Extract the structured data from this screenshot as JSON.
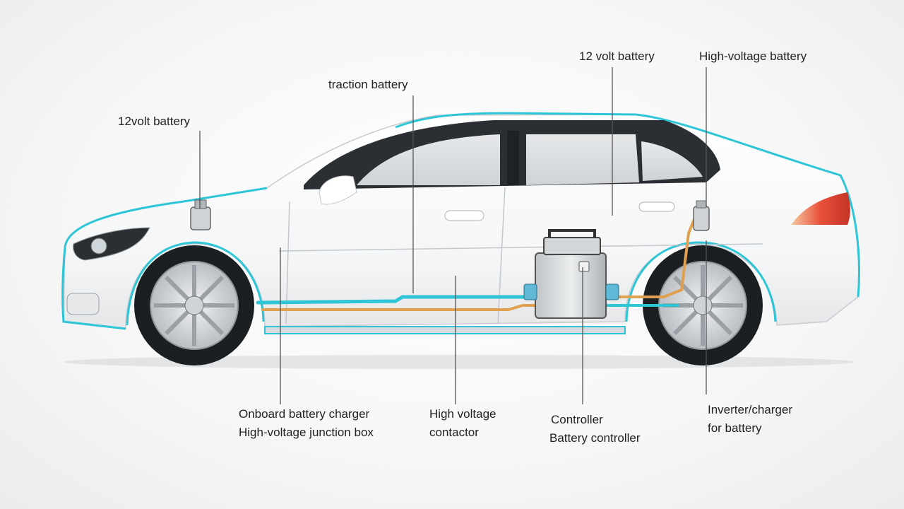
{
  "labels": {
    "top_left": "12volt battery",
    "top_center": "traction battery",
    "top_right_1": "12 volt battery",
    "top_right_2": "High-voltage battery",
    "bottom_1_line1": "Onboard battery charger",
    "bottom_1_line2": "High-voltage junction box",
    "bottom_2_line1": "High voltage",
    "bottom_2_line2": "contactor",
    "bottom_3_line1": "Controller",
    "bottom_3_line2": "Battery controller",
    "bottom_4_line1": "Inverter/charger",
    "bottom_4_line2": "for battery"
  },
  "colors": {
    "accent_cyan": "#2ec5d6",
    "cable_orange": "#e0a050",
    "body_white": "#ffffff",
    "glass": "#3a3f45",
    "tail_light": "#e8503a"
  }
}
